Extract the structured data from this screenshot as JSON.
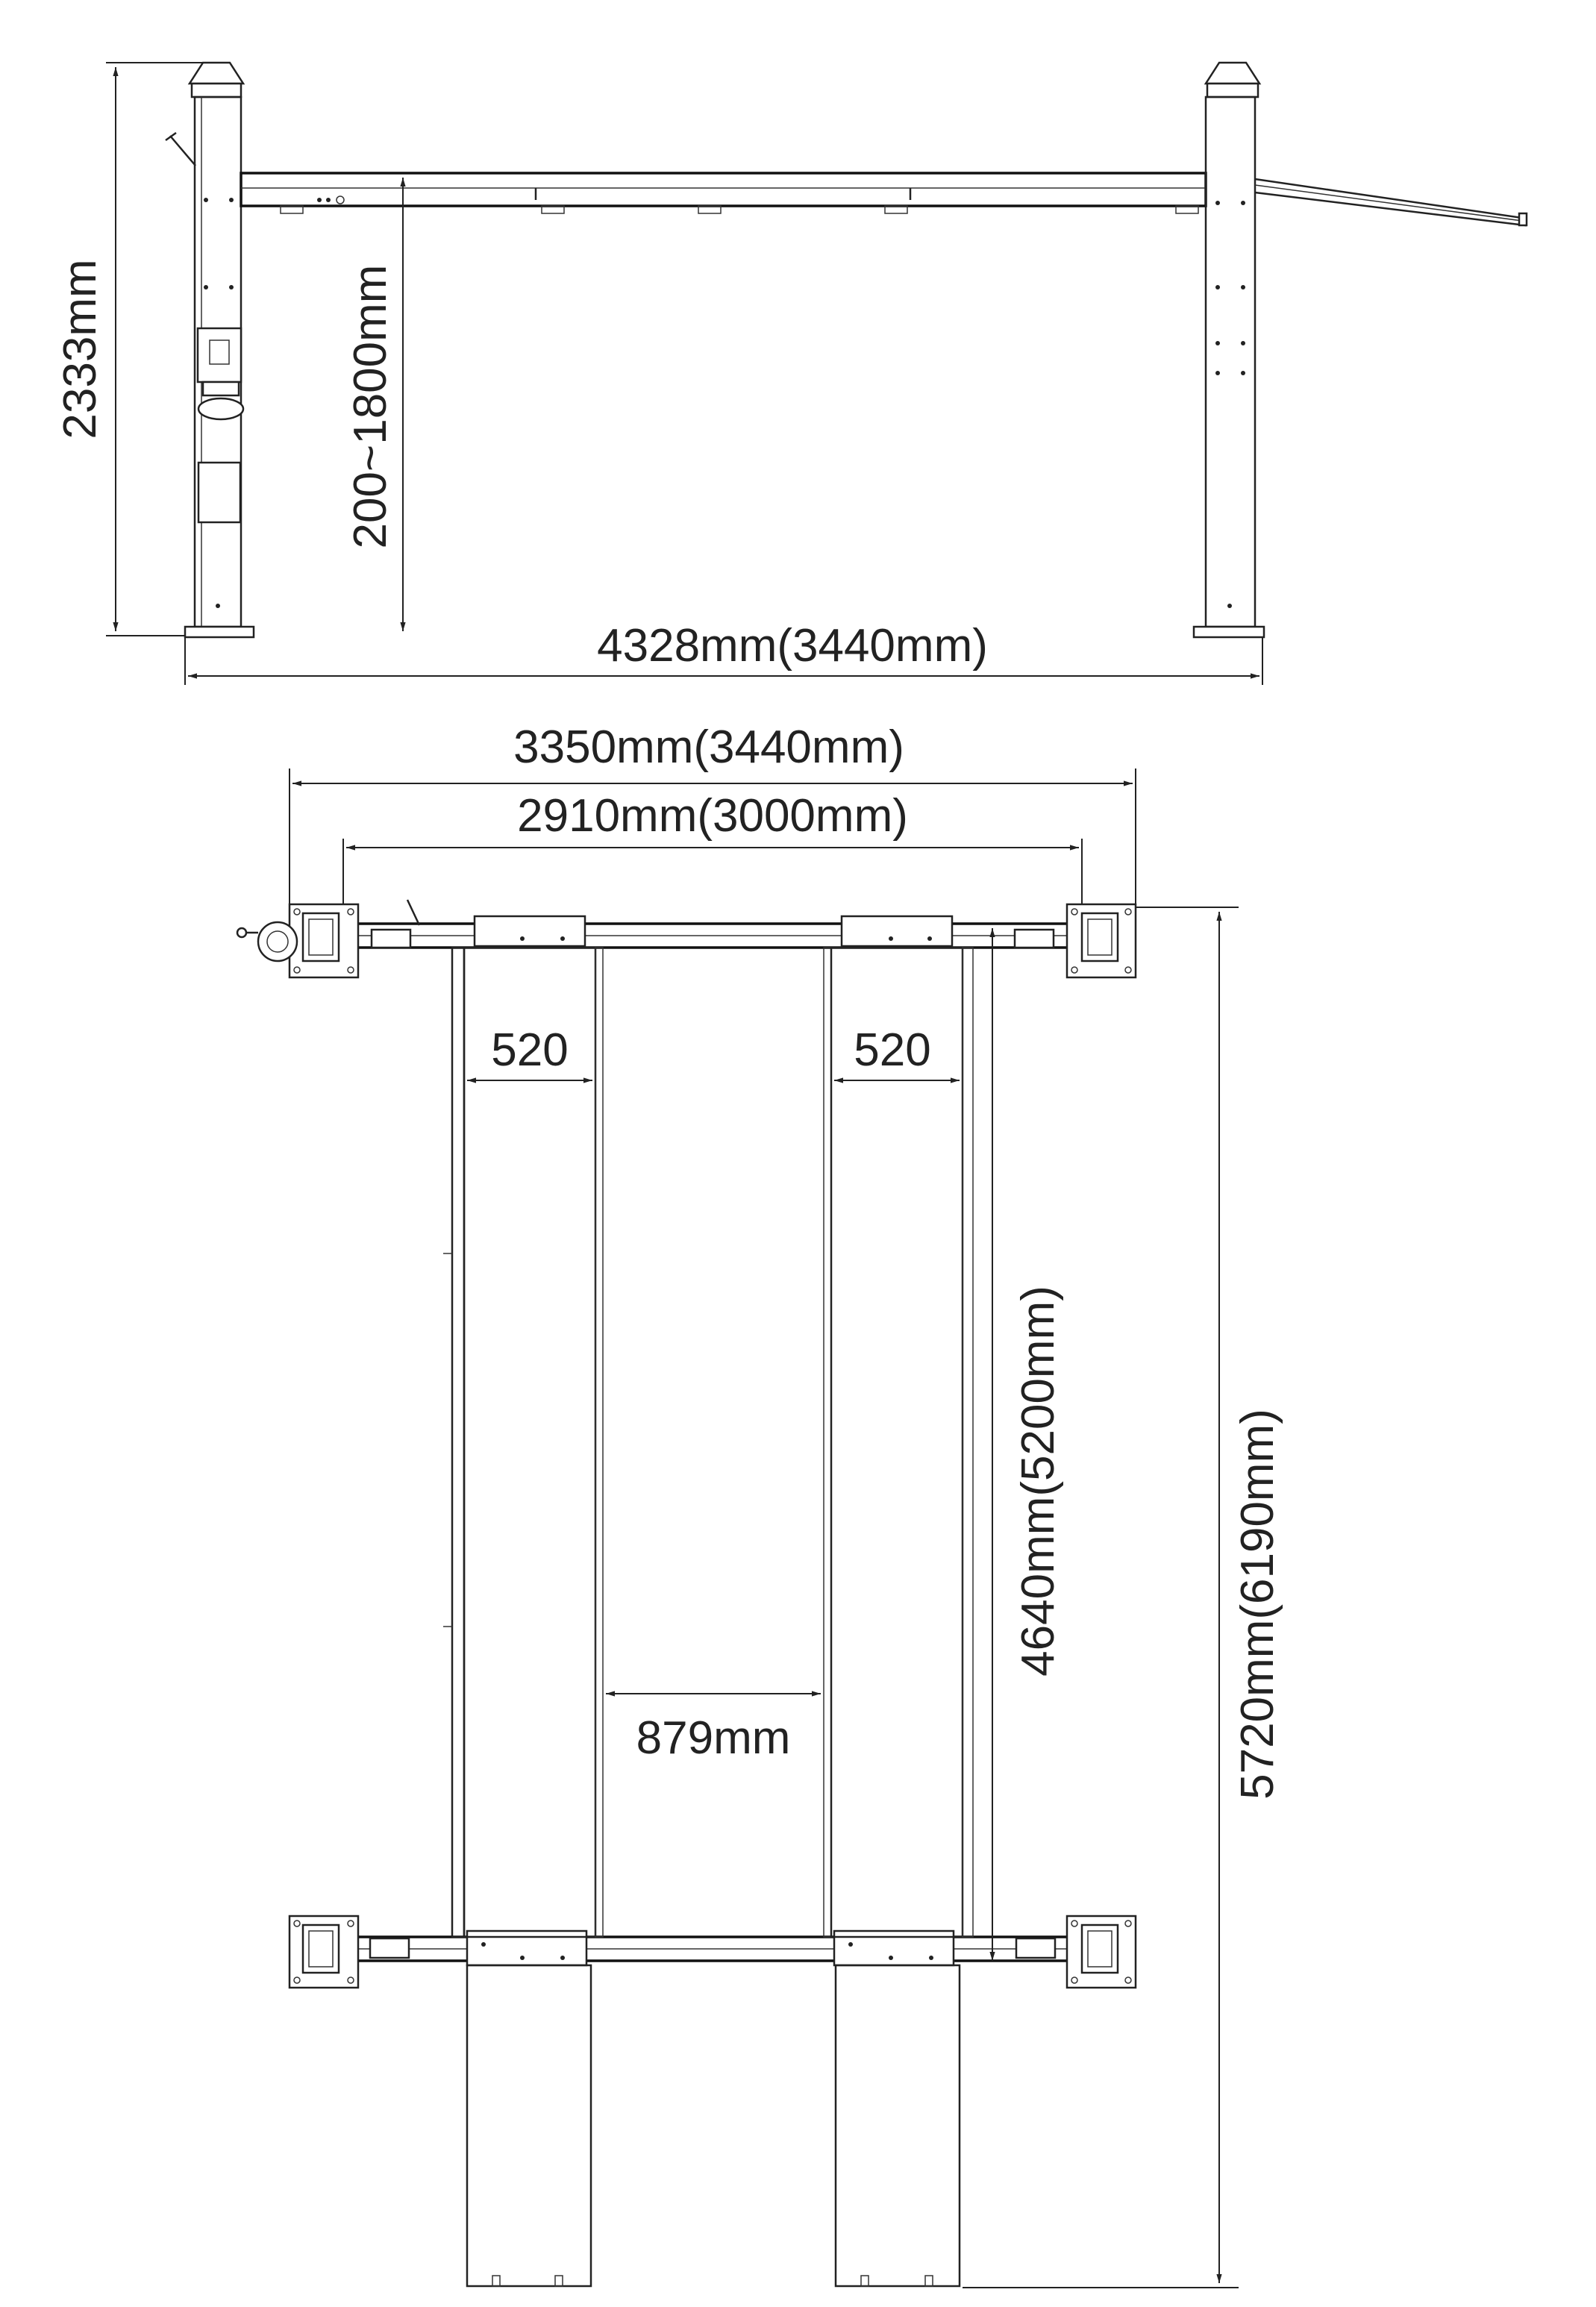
{
  "side_view": {
    "height_label": "2333mm",
    "lift_range_label": "200~1800mm",
    "length_label": "4328mm(3440mm)"
  },
  "top_view": {
    "overall_width_label": "3350mm(3440mm)",
    "inner_width_label": "2910mm(3000mm)",
    "runway_left_width_label": "520",
    "runway_right_width_label": "520",
    "runway_gap_label": "879mm",
    "runway_length_label": "4640mm(5200mm)",
    "overall_length_label": "5720mm(6190mm)"
  }
}
